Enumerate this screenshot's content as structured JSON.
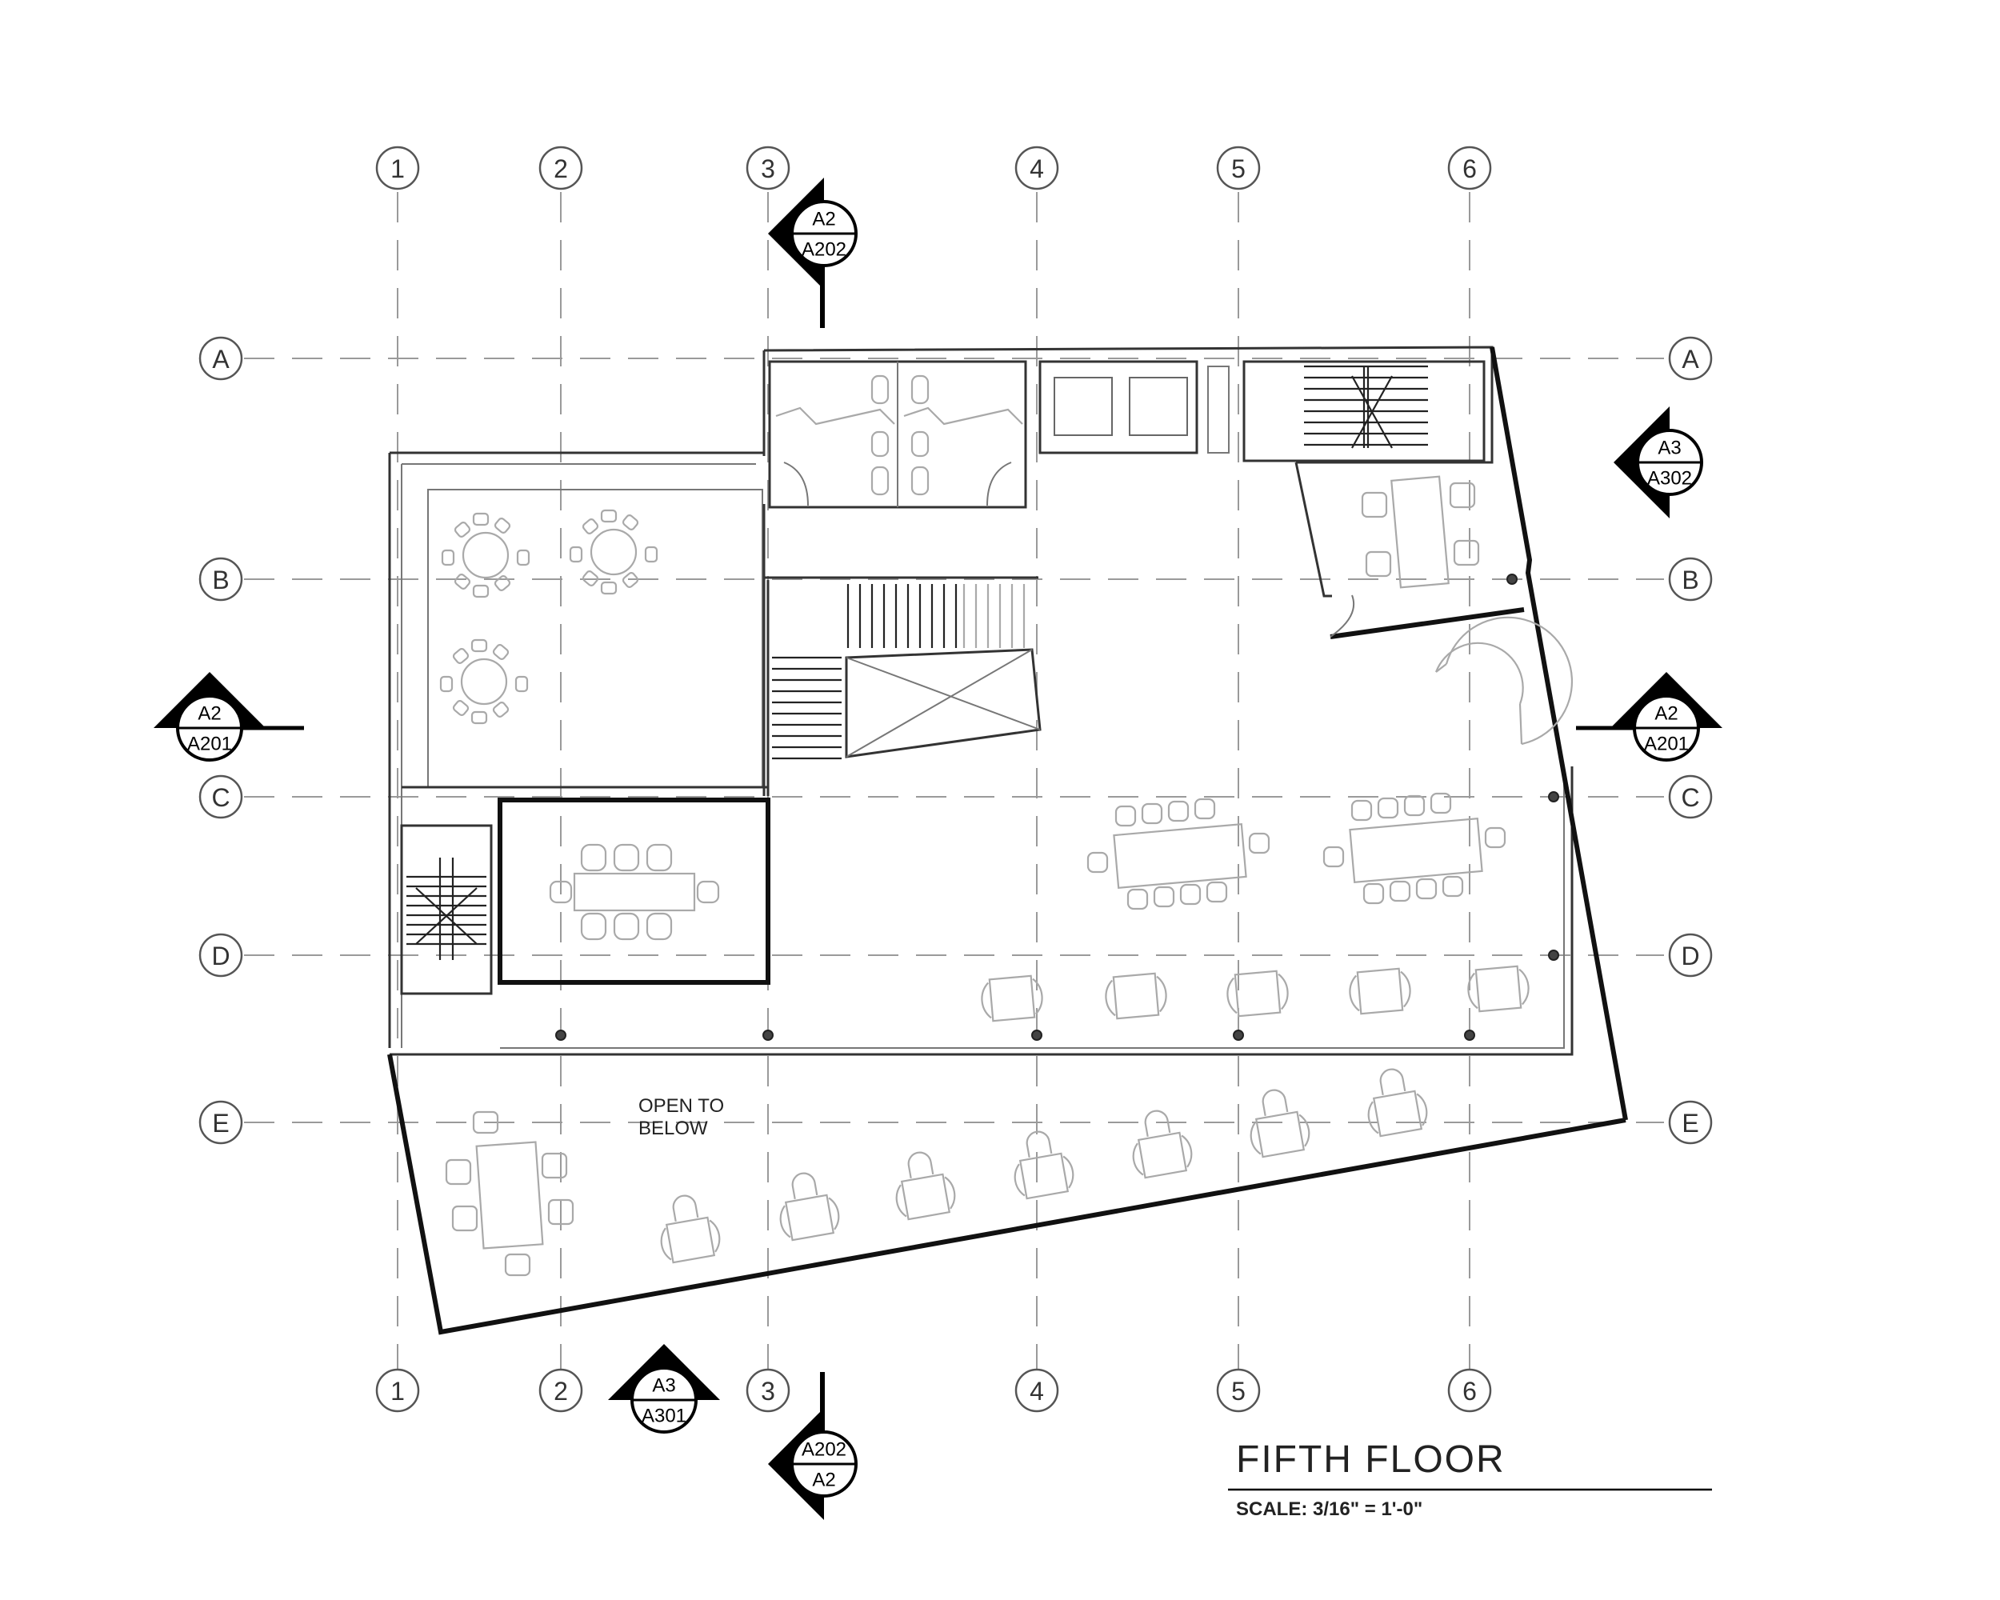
{
  "columns": [
    "1",
    "2",
    "3",
    "4",
    "5",
    "6"
  ],
  "rows": [
    "A",
    "B",
    "C",
    "D",
    "E"
  ],
  "section_markers": {
    "top_3": {
      "top": "A2",
      "bottom": "A202"
    },
    "bottom_3": {
      "top": "A202",
      "bottom": "A2"
    },
    "left": {
      "top": "A2",
      "bottom": "A201"
    },
    "right_c": {
      "top": "A2",
      "bottom": "A201"
    },
    "right_a": {
      "top": "A3",
      "bottom": "A302"
    },
    "bottom_2": {
      "top": "A3",
      "bottom": "A301"
    }
  },
  "annotations": {
    "open_to_below_line1": "OPEN TO",
    "open_to_below_line2": "BELOW"
  },
  "title_block": {
    "title": "FIFTH FLOOR",
    "scale": "SCALE: 3/16\" = 1'-0\""
  }
}
